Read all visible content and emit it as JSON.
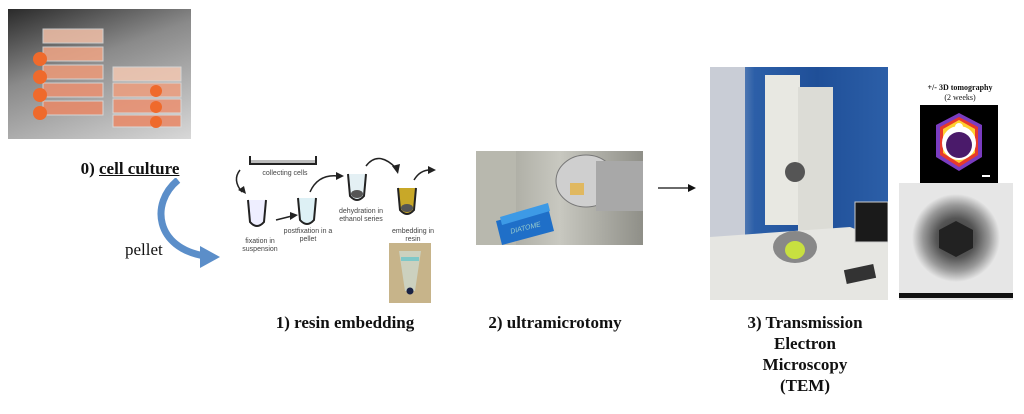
{
  "steps": {
    "cell_culture": {
      "prefix": "0) ",
      "label": "cell culture",
      "image": "cell-culture-flasks-photo"
    },
    "pellet": {
      "label": "pellet"
    },
    "resin": {
      "label": "1) resin embedding",
      "substeps": [
        "collecting cells",
        "fixation in suspension",
        "postfixation in a pellet",
        "dehydration in ethanol series",
        "embedding in resin"
      ]
    },
    "ultra": {
      "label": "2) ultramicrotomy",
      "knife_brand": "DIATOME"
    },
    "tem": {
      "lines": [
        "3) Transmission",
        "Electron",
        "Microscopy",
        "(TEM)"
      ]
    },
    "tomo": {
      "title": "+/- 3D tomography",
      "duration": "(2 weeks)"
    }
  },
  "colors": {
    "accent_arrow": "#5b8ec9",
    "flask_orange": "#e8683a",
    "tem_blue": "#2c5fa8"
  }
}
